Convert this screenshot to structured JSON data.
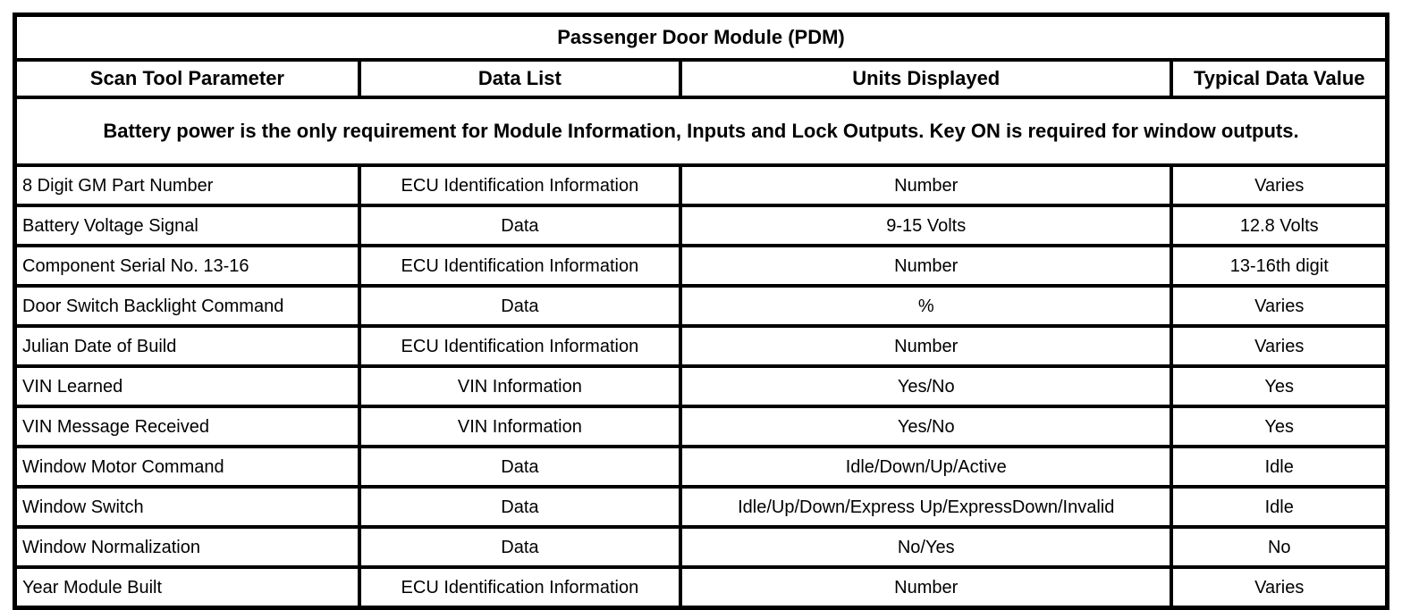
{
  "table": {
    "title": "Passenger Door Module (PDM)",
    "columns": [
      "Scan Tool Parameter",
      "Data List",
      "Units Displayed",
      "Typical Data Value"
    ],
    "note": "Battery power is the only requirement for Module Information, Inputs and Lock Outputs. Key ON is required for window outputs.",
    "rows": [
      [
        "8 Digit GM Part Number",
        "ECU Identification Information",
        "Number",
        "Varies"
      ],
      [
        "Battery Voltage Signal",
        "Data",
        "9-15 Volts",
        "12.8 Volts"
      ],
      [
        "Component Serial No. 13-16",
        "ECU Identification Information",
        "Number",
        "13-16th digit"
      ],
      [
        "Door Switch Backlight Command",
        "Data",
        "%",
        "Varies"
      ],
      [
        "Julian Date of Build",
        "ECU Identification Information",
        "Number",
        "Varies"
      ],
      [
        "VIN Learned",
        "VIN Information",
        "Yes/No",
        "Yes"
      ],
      [
        "VIN Message Received",
        "VIN Information",
        "Yes/No",
        "Yes"
      ],
      [
        "Window Motor Command",
        "Data",
        "Idle/Down/Up/Active",
        "Idle"
      ],
      [
        "Window Switch",
        "Data",
        "Idle/Up/Down/Express Up/ExpressDown/Invalid",
        "Idle"
      ],
      [
        "Window Normalization",
        "Data",
        "No/Yes",
        "No"
      ],
      [
        "Year Module Built",
        "ECU Identification Information",
        "Number",
        "Varies"
      ]
    ],
    "colors": {
      "border": "#000000",
      "background": "#ffffff",
      "text": "#000000"
    }
  }
}
